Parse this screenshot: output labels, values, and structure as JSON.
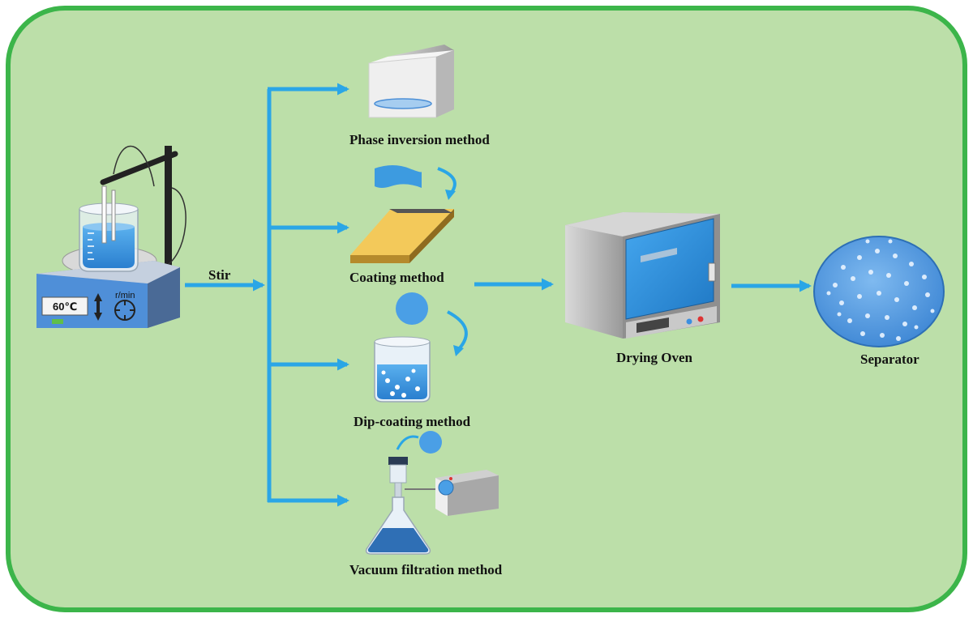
{
  "labels": {
    "stir": "Stir",
    "phase_inversion": "Phase inversion method",
    "coating": "Coating method",
    "dip_coating": "Dip-coating method",
    "vacuum_filtration": "Vacuum filtration method",
    "drying_oven": "Drying Oven",
    "separator": "Separator"
  },
  "stirrer": {
    "temperature": "60℃",
    "speed_unit": "r/min"
  },
  "colors": {
    "background": "#bcdfa9",
    "border": "#3cb54a",
    "arrow": "#2aa6e6",
    "liquid": "#3d9be0",
    "oven_door": "#2f8fd9",
    "separator": "#5aa3e8"
  }
}
